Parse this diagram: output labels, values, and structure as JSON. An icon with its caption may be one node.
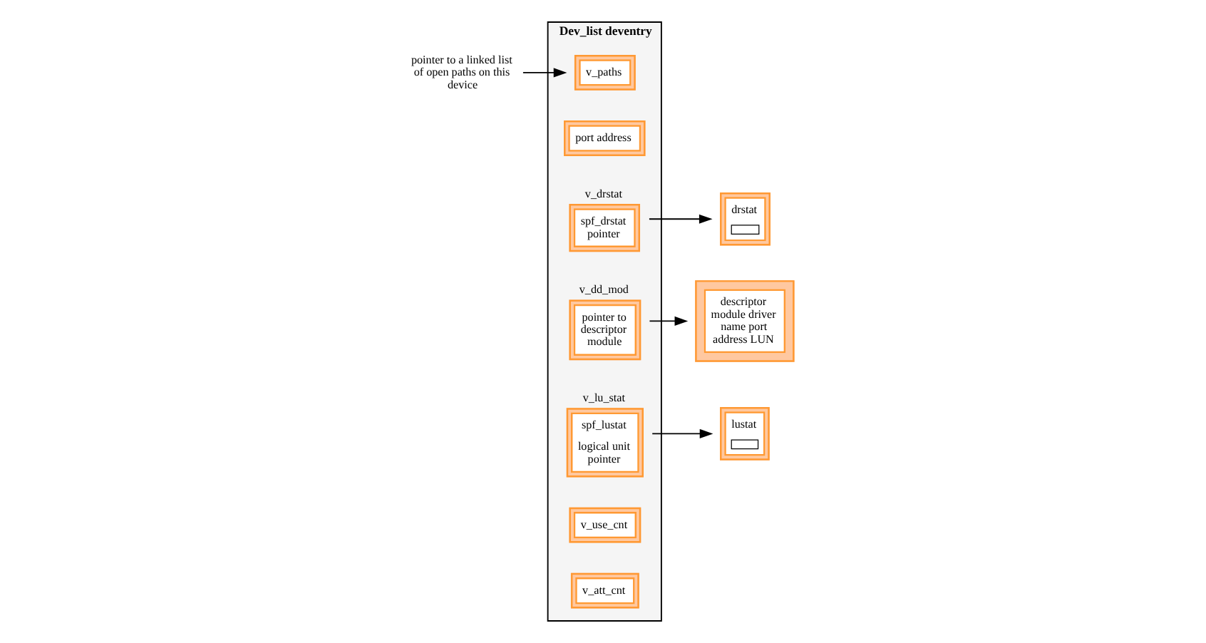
{
  "diagram": {
    "nodes": [
      {
        "text": [
          "Dev_list deventry"
        ]
      },
      {
        "text": [
          "pointer to a linked list of open paths on this device"
        ]
      },
      {
        "text": [
          "v_paths"
        ],
        "in": 0
      },
      {
        "text": [
          "port address"
        ],
        "in": 0
      },
      {
        "text": [
          "v_drstat",
          "spf_drstat pointer"
        ],
        "in": 0
      },
      {
        "text": [
          "v_dd_mod",
          "pointer to descriptor module"
        ],
        "in": 0
      },
      {
        "text": [
          "v_lu_stat",
          "spf_lustat",
          "logical unit pointer"
        ],
        "in": 0
      },
      {
        "text": [
          "lustat"
        ]
      },
      {
        "text": [
          "drstat"
        ]
      },
      {
        "text": [
          "v_use_cnt"
        ],
        "in": 0
      },
      {
        "text": [
          "v_att_cnt"
        ],
        "in": 0
      },
      {
        "text": [
          "descriptor module driver name port address LUN"
        ]
      }
    ],
    "edges": [
      {
        "from": 1,
        "to": 2,
        "arrow": "to"
      },
      {
        "from": 4,
        "to": 8,
        "arrow": "to"
      },
      {
        "from": 6,
        "to": 7,
        "arrow": "to"
      },
      {
        "from": 5,
        "to": 11,
        "arrow": "to"
      }
    ]
  }
}
